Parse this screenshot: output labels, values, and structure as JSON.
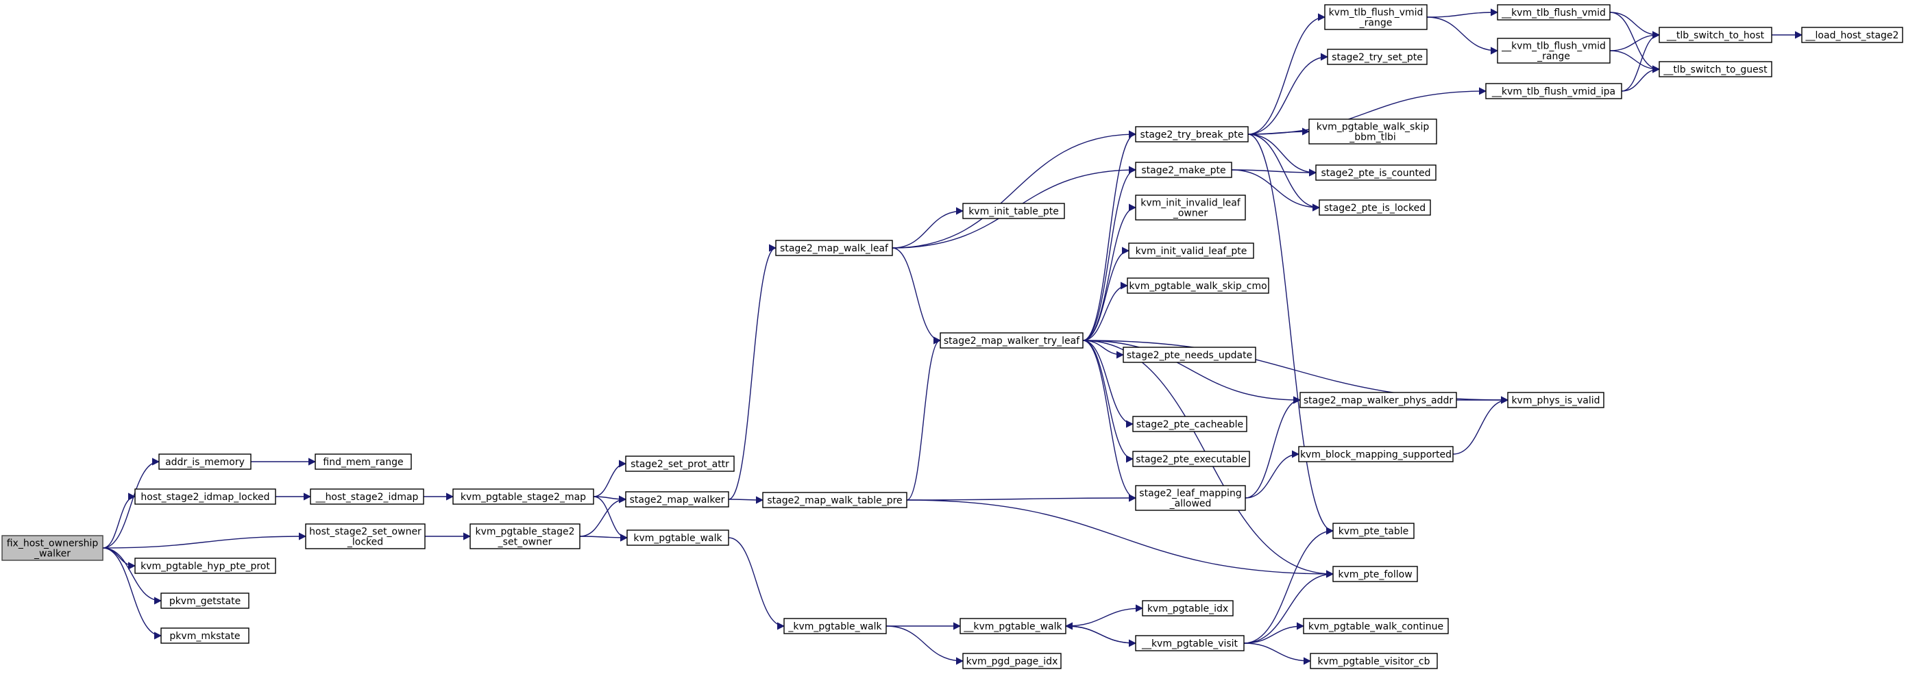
{
  "colors": {
    "edge": "#191970",
    "node_fill": "#ffffff",
    "root_fill": "#bfbfbf",
    "border": "#000000"
  },
  "nodes": [
    {
      "id": "fix_host",
      "lines": [
        "fix_host_ownership",
        "_walker"
      ],
      "root": true
    },
    {
      "id": "addr_is_memory",
      "lines": [
        "addr_is_memory"
      ]
    },
    {
      "id": "find_mem_range",
      "lines": [
        "find_mem_range"
      ]
    },
    {
      "id": "host_stage2_idmap_locked",
      "lines": [
        "host_stage2_idmap_locked"
      ]
    },
    {
      "id": "__host_stage2_idmap",
      "lines": [
        "__host_stage2_idmap"
      ]
    },
    {
      "id": "kvm_pgtable_stage2_map",
      "lines": [
        "kvm_pgtable_stage2_map"
      ]
    },
    {
      "id": "host_stage2_set_owner_locked",
      "lines": [
        "host_stage2_set_owner",
        "_locked"
      ]
    },
    {
      "id": "kvm_pgtable_stage2_set_owner",
      "lines": [
        "kvm_pgtable_stage2",
        "_set_owner"
      ]
    },
    {
      "id": "kvm_pgtable_hyp_pte_prot",
      "lines": [
        "kvm_pgtable_hyp_pte_prot"
      ]
    },
    {
      "id": "pkvm_getstate",
      "lines": [
        "pkvm_getstate"
      ]
    },
    {
      "id": "pkvm_mkstate",
      "lines": [
        "pkvm_mkstate"
      ]
    },
    {
      "id": "stage2_set_prot_attr",
      "lines": [
        "stage2_set_prot_attr"
      ]
    },
    {
      "id": "stage2_map_walker",
      "lines": [
        "stage2_map_walker"
      ]
    },
    {
      "id": "kvm_pgtable_walk",
      "lines": [
        "kvm_pgtable_walk"
      ]
    },
    {
      "id": "_kvm_pgtable_walk",
      "lines": [
        "_kvm_pgtable_walk"
      ]
    },
    {
      "id": "stage2_map_walk_leaf",
      "lines": [
        "stage2_map_walk_leaf"
      ]
    },
    {
      "id": "stage2_map_walk_table_pre",
      "lines": [
        "stage2_map_walk_table_pre"
      ]
    },
    {
      "id": "kvm_init_table_pte",
      "lines": [
        "kvm_init_table_pte"
      ]
    },
    {
      "id": "stage2_map_walker_try_leaf",
      "lines": [
        "stage2_map_walker_try_leaf"
      ]
    },
    {
      "id": "__kvm_pgtable_walk",
      "lines": [
        "__kvm_pgtable_walk"
      ]
    },
    {
      "id": "kvm_pgd_page_idx",
      "lines": [
        "kvm_pgd_page_idx"
      ]
    },
    {
      "id": "stage2_try_break_pte",
      "lines": [
        "stage2_try_break_pte"
      ]
    },
    {
      "id": "stage2_make_pte",
      "lines": [
        "stage2_make_pte"
      ]
    },
    {
      "id": "kvm_init_invalid_leaf_owner",
      "lines": [
        "kvm_init_invalid_leaf",
        "_owner"
      ]
    },
    {
      "id": "kvm_init_valid_leaf_pte",
      "lines": [
        "kvm_init_valid_leaf_pte"
      ]
    },
    {
      "id": "kvm_pgtable_walk_skip_cmo",
      "lines": [
        "kvm_pgtable_walk_skip_cmo"
      ]
    },
    {
      "id": "stage2_pte_needs_update",
      "lines": [
        "stage2_pte_needs_update"
      ]
    },
    {
      "id": "stage2_pte_cacheable",
      "lines": [
        "stage2_pte_cacheable"
      ]
    },
    {
      "id": "stage2_pte_executable",
      "lines": [
        "stage2_pte_executable"
      ]
    },
    {
      "id": "stage2_leaf_mapping_allowed",
      "lines": [
        "stage2_leaf_mapping",
        "_allowed"
      ]
    },
    {
      "id": "kvm_pgtable_idx",
      "lines": [
        "kvm_pgtable_idx"
      ]
    },
    {
      "id": "__kvm_pgtable_visit",
      "lines": [
        "__kvm_pgtable_visit"
      ]
    },
    {
      "id": "kvm_tlb_flush_vmid_range",
      "lines": [
        "kvm_tlb_flush_vmid",
        "_range"
      ]
    },
    {
      "id": "stage2_try_set_pte",
      "lines": [
        "stage2_try_set_pte"
      ]
    },
    {
      "id": "kvm_pgtable_walk_skip_bbm_tlbi",
      "lines": [
        "kvm_pgtable_walk_skip",
        "_bbm_tlbi"
      ]
    },
    {
      "id": "stage2_pte_is_counted",
      "lines": [
        "stage2_pte_is_counted"
      ]
    },
    {
      "id": "stage2_pte_is_locked",
      "lines": [
        "stage2_pte_is_locked"
      ]
    },
    {
      "id": "stage2_map_walker_phys_addr",
      "lines": [
        "stage2_map_walker_phys_addr"
      ]
    },
    {
      "id": "kvm_block_mapping_supported",
      "lines": [
        "kvm_block_mapping_supported"
      ]
    },
    {
      "id": "kvm_pte_table",
      "lines": [
        "kvm_pte_table"
      ]
    },
    {
      "id": "kvm_pte_follow",
      "lines": [
        "kvm_pte_follow"
      ]
    },
    {
      "id": "kvm_pgtable_walk_continue",
      "lines": [
        "kvm_pgtable_walk_continue"
      ]
    },
    {
      "id": "kvm_pgtable_visitor_cb",
      "lines": [
        "kvm_pgtable_visitor_cb"
      ]
    },
    {
      "id": "__kvm_tlb_flush_vmid",
      "lines": [
        "__kvm_tlb_flush_vmid"
      ]
    },
    {
      "id": "__kvm_tlb_flush_vmid_range",
      "lines": [
        "__kvm_tlb_flush_vmid",
        "_range"
      ]
    },
    {
      "id": "__kvm_tlb_flush_vmid_ipa",
      "lines": [
        "__kvm_tlb_flush_vmid_ipa"
      ]
    },
    {
      "id": "__tlb_switch_to_host",
      "lines": [
        "__tlb_switch_to_host"
      ]
    },
    {
      "id": "__tlb_switch_to_guest",
      "lines": [
        "__tlb_switch_to_guest"
      ]
    },
    {
      "id": "kvm_phys_is_valid",
      "lines": [
        "kvm_phys_is_valid"
      ]
    },
    {
      "id": "__load_host_stage2",
      "lines": [
        "__load_host_stage2"
      ]
    }
  ],
  "edges": [
    [
      "fix_host",
      "addr_is_memory"
    ],
    [
      "fix_host",
      "host_stage2_idmap_locked"
    ],
    [
      "fix_host",
      "host_stage2_set_owner_locked"
    ],
    [
      "fix_host",
      "kvm_pgtable_hyp_pte_prot"
    ],
    [
      "fix_host",
      "pkvm_getstate"
    ],
    [
      "fix_host",
      "pkvm_mkstate"
    ],
    [
      "addr_is_memory",
      "find_mem_range"
    ],
    [
      "host_stage2_idmap_locked",
      "__host_stage2_idmap"
    ],
    [
      "__host_stage2_idmap",
      "kvm_pgtable_stage2_map"
    ],
    [
      "kvm_pgtable_stage2_map",
      "stage2_set_prot_attr"
    ],
    [
      "kvm_pgtable_stage2_map",
      "stage2_map_walker"
    ],
    [
      "kvm_pgtable_stage2_map",
      "kvm_pgtable_walk"
    ],
    [
      "host_stage2_set_owner_locked",
      "kvm_pgtable_stage2_set_owner"
    ],
    [
      "kvm_pgtable_stage2_set_owner",
      "stage2_map_walker"
    ],
    [
      "kvm_pgtable_stage2_set_owner",
      "kvm_pgtable_walk"
    ],
    [
      "stage2_map_walker",
      "stage2_map_walk_leaf"
    ],
    [
      "stage2_map_walker",
      "stage2_map_walk_table_pre"
    ],
    [
      "kvm_pgtable_walk",
      "_kvm_pgtable_walk"
    ],
    [
      "_kvm_pgtable_walk",
      "__kvm_pgtable_walk"
    ],
    [
      "_kvm_pgtable_walk",
      "kvm_pgd_page_idx"
    ],
    [
      "stage2_map_walk_leaf",
      "stage2_try_break_pte"
    ],
    [
      "stage2_map_walk_leaf",
      "kvm_init_table_pte"
    ],
    [
      "stage2_map_walk_leaf",
      "stage2_make_pte"
    ],
    [
      "stage2_map_walk_leaf",
      "stage2_map_walker_try_leaf"
    ],
    [
      "stage2_map_walk_table_pre",
      "stage2_map_walker_try_leaf"
    ],
    [
      "stage2_map_walk_table_pre",
      "stage2_leaf_mapping_allowed"
    ],
    [
      "stage2_map_walk_table_pre",
      "kvm_pte_follow"
    ],
    [
      "stage2_map_walker_try_leaf",
      "stage2_try_break_pte"
    ],
    [
      "stage2_map_walker_try_leaf",
      "stage2_make_pte"
    ],
    [
      "stage2_map_walker_try_leaf",
      "kvm_init_invalid_leaf_owner"
    ],
    [
      "stage2_map_walker_try_leaf",
      "kvm_init_valid_leaf_pte"
    ],
    [
      "stage2_map_walker_try_leaf",
      "kvm_pgtable_walk_skip_cmo"
    ],
    [
      "stage2_map_walker_try_leaf",
      "stage2_pte_needs_update"
    ],
    [
      "stage2_map_walker_try_leaf",
      "stage2_pte_cacheable"
    ],
    [
      "stage2_map_walker_try_leaf",
      "stage2_pte_executable"
    ],
    [
      "stage2_map_walker_try_leaf",
      "stage2_leaf_mapping_allowed"
    ],
    [
      "stage2_map_walker_try_leaf",
      "stage2_map_walker_phys_addr"
    ],
    [
      "stage2_map_walker_try_leaf",
      "kvm_phys_is_valid"
    ],
    [
      "stage2_map_walker_try_leaf",
      "kvm_pte_follow"
    ],
    [
      "__kvm_pgtable_walk",
      "kvm_pgtable_idx"
    ],
    [
      "__kvm_pgtable_walk",
      "__kvm_pgtable_visit"
    ],
    [
      "__kvm_pgtable_visit",
      "__kvm_pgtable_walk"
    ],
    [
      "__kvm_pgtable_visit",
      "kvm_pte_table"
    ],
    [
      "__kvm_pgtable_visit",
      "kvm_pte_follow"
    ],
    [
      "__kvm_pgtable_visit",
      "kvm_pgtable_walk_continue"
    ],
    [
      "__kvm_pgtable_visit",
      "kvm_pgtable_visitor_cb"
    ],
    [
      "stage2_try_break_pte",
      "kvm_tlb_flush_vmid_range"
    ],
    [
      "stage2_try_break_pte",
      "stage2_try_set_pte"
    ],
    [
      "stage2_try_break_pte",
      "__kvm_tlb_flush_vmid_ipa"
    ],
    [
      "stage2_try_break_pte",
      "kvm_pgtable_walk_skip_bbm_tlbi"
    ],
    [
      "stage2_try_break_pte",
      "stage2_pte_is_counted"
    ],
    [
      "stage2_try_break_pte",
      "stage2_pte_is_locked"
    ],
    [
      "stage2_try_break_pte",
      "kvm_pte_table"
    ],
    [
      "stage2_make_pte",
      "stage2_pte_is_counted"
    ],
    [
      "stage2_make_pte",
      "stage2_pte_is_locked"
    ],
    [
      "stage2_leaf_mapping_allowed",
      "stage2_map_walker_phys_addr"
    ],
    [
      "stage2_leaf_mapping_allowed",
      "kvm_block_mapping_supported"
    ],
    [
      "stage2_map_walker_phys_addr",
      "kvm_phys_is_valid"
    ],
    [
      "kvm_block_mapping_supported",
      "kvm_phys_is_valid"
    ],
    [
      "kvm_tlb_flush_vmid_range",
      "__kvm_tlb_flush_vmid"
    ],
    [
      "kvm_tlb_flush_vmid_range",
      "__kvm_tlb_flush_vmid_range"
    ],
    [
      "__kvm_tlb_flush_vmid",
      "__tlb_switch_to_host"
    ],
    [
      "__kvm_tlb_flush_vmid",
      "__tlb_switch_to_guest"
    ],
    [
      "__kvm_tlb_flush_vmid_range",
      "__tlb_switch_to_host"
    ],
    [
      "__kvm_tlb_flush_vmid_range",
      "__tlb_switch_to_guest"
    ],
    [
      "__kvm_tlb_flush_vmid_ipa",
      "__tlb_switch_to_host"
    ],
    [
      "__kvm_tlb_flush_vmid_ipa",
      "__tlb_switch_to_guest"
    ],
    [
      "__tlb_switch_to_host",
      "__load_host_stage2"
    ]
  ]
}
